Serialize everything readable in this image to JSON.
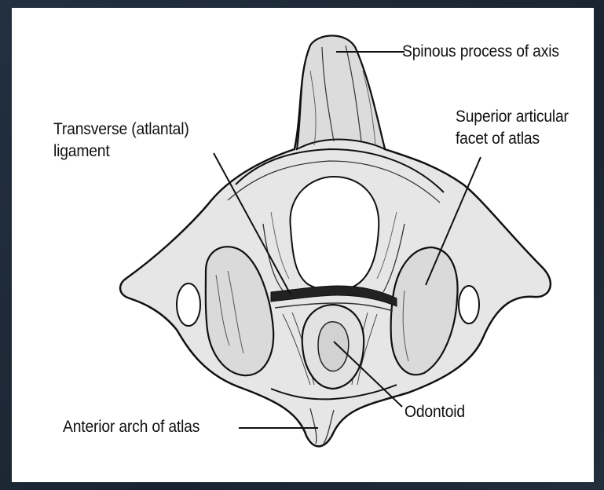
{
  "labels": {
    "spinous": "Spinous process of axis",
    "transverse_line1": "Transverse (atlantal)",
    "transverse_line2": "ligament",
    "superior_line1": "Superior articular",
    "superior_line2": "facet of atlas",
    "anterior": "Anterior arch of atlas",
    "odontoid": "Odontoid"
  },
  "colors": {
    "background": "#1f2a38",
    "panel": "#ffffff",
    "ink": "#111111",
    "bone": "#e6e6e6"
  }
}
